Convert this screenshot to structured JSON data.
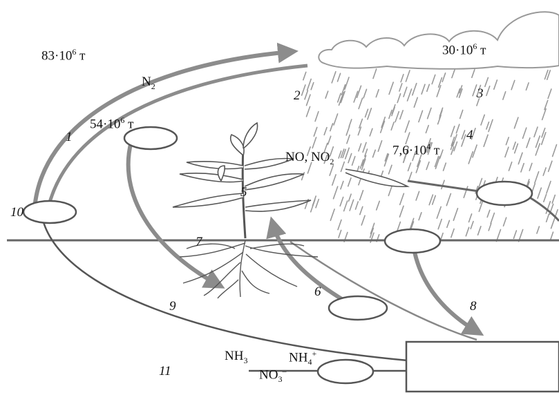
{
  "amounts": {
    "total": {
      "base": "83·10",
      "exp": "6",
      "unit": " т"
    },
    "fixation": {
      "base": "54·10",
      "exp": "6",
      "unit": " т"
    },
    "rain": {
      "base": "30·10",
      "exp": "6",
      "unit": " т"
    },
    "lightning": {
      "base": "7,6·10",
      "exp": "4",
      "unit": " т"
    }
  },
  "chem": {
    "n2": {
      "main": "N",
      "sub": "2"
    },
    "no": "NO, NO",
    "no_sub": "2",
    "nh3": {
      "main": "NH",
      "sub": "3"
    },
    "nh4": {
      "main": "NH",
      "sub": "4",
      "sup": "+"
    },
    "no3": {
      "main": "NO",
      "sub": "3",
      "sup": "–"
    }
  },
  "numbers": [
    "1",
    "2",
    "3",
    "4",
    "5",
    "6",
    "7",
    "8",
    "9",
    "10",
    "11"
  ],
  "colors": {
    "arrow": "#8c8c8c",
    "line": "#555555",
    "cloud_stroke": "#999999",
    "rain": "#9a9a9a"
  }
}
